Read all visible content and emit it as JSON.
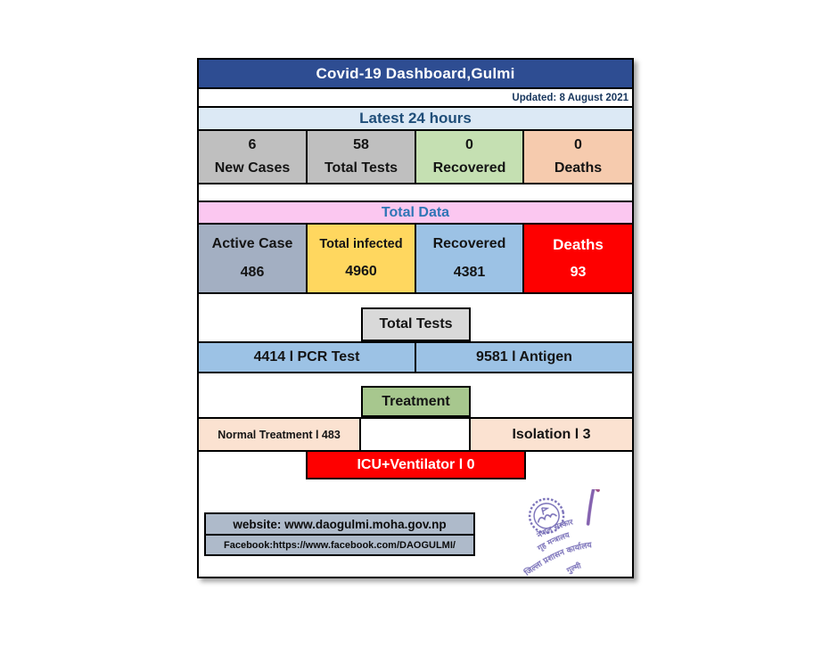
{
  "header": {
    "title": "Covid-19 Dashboard,Gulmi",
    "updated": "Updated: 8 August 2021"
  },
  "latest24": {
    "title": "Latest 24 hours",
    "cells": [
      {
        "value": "6",
        "label": "New Cases",
        "bg": "#bfbfbf"
      },
      {
        "value": "58",
        "label": "Total Tests",
        "bg": "#bfbfbf"
      },
      {
        "value": "0",
        "label": "Recovered",
        "bg": "#c5e0b2"
      },
      {
        "value": "0",
        "label": "Deaths",
        "bg": "#f6cbae"
      }
    ]
  },
  "total_data": {
    "title": "Total Data",
    "cells": [
      {
        "label": "Active Case",
        "value": "486",
        "bg": "#a3afc2"
      },
      {
        "label": "Total infected",
        "value": "4960",
        "bg": "#ffd75f"
      },
      {
        "label": "Recovered",
        "value": "4381",
        "bg": "#9cc2e5"
      },
      {
        "label": "Deaths",
        "value": "93",
        "bg": "#fe0000",
        "color": "#ffffff"
      }
    ]
  },
  "total_tests": {
    "title": "Total Tests",
    "pcr": "4414 l PCR Test",
    "antigen": "9581 l Antigen"
  },
  "treatment": {
    "title": "Treatment",
    "normal": "Normal Treatment  l 483",
    "isolation": "Isolation  l 3",
    "icu": "ICU+Ventilator  l  0"
  },
  "footer": {
    "website": "website: www.daogulmi.moha.gov.np",
    "facebook": "Facebook:https://www.facebook.com/DAOGULMI/"
  },
  "stamp": {
    "line1": "नेपाल सरकार",
    "line2": "गृह मन्त्रालय",
    "line3": "जिल्ला प्रशासन कार्यालय",
    "line4": "गुल्मी"
  },
  "colors": {
    "header_bg": "#2e4d92",
    "updated_text": "#17365d",
    "latest_bar_bg": "#dce9f5",
    "latest_bar_text": "#1f4e79",
    "total_data_bar_bg": "#fbc7f0",
    "total_data_bar_text": "#2e75b6",
    "gray_cell": "#bfbfbf",
    "green_cell": "#c5e0b2",
    "salmon_cell": "#f6cbae",
    "slate_cell": "#a3afc2",
    "gold_cell": "#ffd75f",
    "blue_cell": "#9cc2e5",
    "red_cell": "#fe0000",
    "treatment_box_green": "#a7c78e",
    "treatment_row_peach": "#fbe2d1",
    "links_box_bg": "#aebaca",
    "stamp_purple": "#5a4fa8"
  },
  "chart_data": {
    "type": "table",
    "title": "Covid-19 Dashboard,Gulmi",
    "updated": "8 August 2021",
    "sections": [
      {
        "name": "Latest 24 hours",
        "metrics": [
          {
            "label": "New Cases",
            "value": 6
          },
          {
            "label": "Total Tests",
            "value": 58
          },
          {
            "label": "Recovered",
            "value": 0
          },
          {
            "label": "Deaths",
            "value": 0
          }
        ]
      },
      {
        "name": "Total Data",
        "metrics": [
          {
            "label": "Active Case",
            "value": 486
          },
          {
            "label": "Total infected",
            "value": 4960
          },
          {
            "label": "Recovered",
            "value": 4381
          },
          {
            "label": "Deaths",
            "value": 93
          }
        ]
      },
      {
        "name": "Total Tests",
        "metrics": [
          {
            "label": "PCR Test",
            "value": 4414
          },
          {
            "label": "Antigen",
            "value": 9581
          }
        ]
      },
      {
        "name": "Treatment",
        "metrics": [
          {
            "label": "Normal Treatment",
            "value": 483
          },
          {
            "label": "Isolation",
            "value": 3
          },
          {
            "label": "ICU+Ventilator",
            "value": 0
          }
        ]
      }
    ]
  }
}
